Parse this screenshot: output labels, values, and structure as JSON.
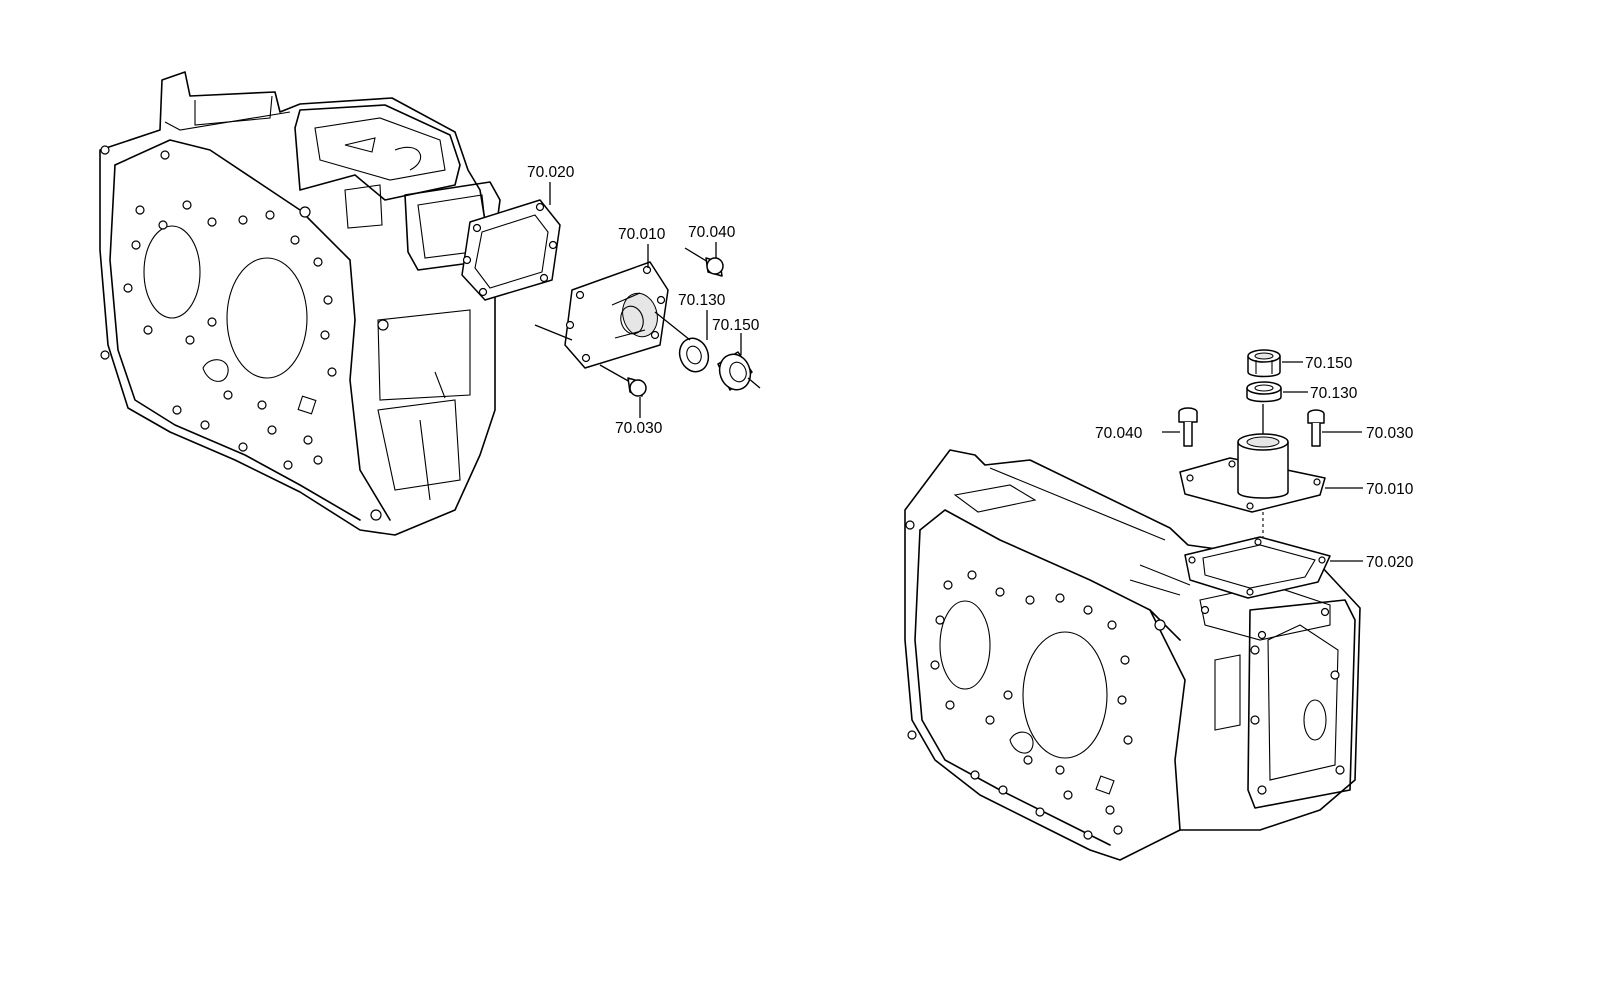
{
  "left_view": {
    "callouts": [
      {
        "id": "70.020",
        "label": "70.020"
      },
      {
        "id": "70.010",
        "label": "70.010"
      },
      {
        "id": "70.040",
        "label": "70.040"
      },
      {
        "id": "70.130",
        "label": "70.130"
      },
      {
        "id": "70.150",
        "label": "70.150"
      },
      {
        "id": "70.030",
        "label": "70.030"
      }
    ]
  },
  "right_view": {
    "callouts": [
      {
        "id": "70.150",
        "label": "70.150"
      },
      {
        "id": "70.130",
        "label": "70.130"
      },
      {
        "id": "70.040",
        "label": "70.040"
      },
      {
        "id": "70.030",
        "label": "70.030"
      },
      {
        "id": "70.010",
        "label": "70.010"
      },
      {
        "id": "70.020",
        "label": "70.020"
      }
    ]
  }
}
